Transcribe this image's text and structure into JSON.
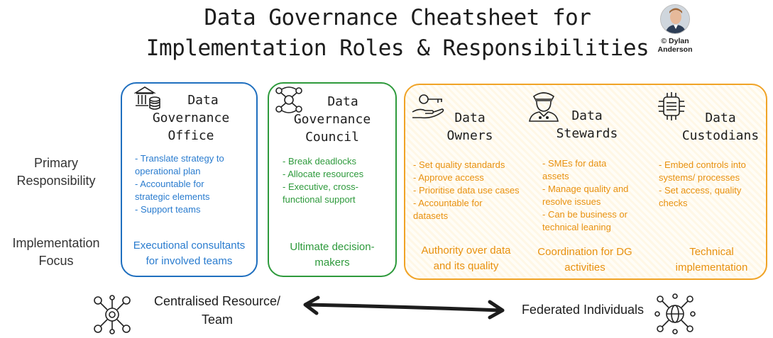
{
  "title": {
    "line1": "Data Governance Cheatsheet for",
    "line2": "Implementation Roles & Responsibilities"
  },
  "author": {
    "line1": "© Dylan",
    "line2": "Anderson"
  },
  "row_labels": {
    "primary": {
      "line1": "Primary",
      "line2": "Responsibility"
    },
    "focus": {
      "line1": "Implementation",
      "line2": "Focus"
    }
  },
  "roles": [
    {
      "icon": "government-building-database-icon",
      "title": [
        "Data",
        "Governance",
        "Office"
      ],
      "responsibilities": [
        "- Translate strategy to",
        "operational plan",
        "- Accountable for",
        "strategic elements",
        "- Support teams"
      ],
      "focus": [
        "Executional consultants",
        "for involved teams"
      ]
    },
    {
      "icon": "linked-network-icon",
      "title": [
        "Data",
        "Governance",
        "Council"
      ],
      "responsibilities": [
        "- Break deadlocks",
        "- Allocate resources",
        "- Executive, cross-",
        "functional support"
      ],
      "focus": [
        "Ultimate decision-",
        "makers"
      ]
    },
    {
      "icon": "hand-key-icon",
      "title": [
        "Data",
        "Owners"
      ],
      "responsibilities": [
        "- Set quality standards",
        "- Approve access",
        "- Prioritise data use cases",
        "- Accountable for",
        "datasets"
      ],
      "focus": [
        "Authority over data",
        "and its quality"
      ]
    },
    {
      "icon": "steward-person-icon",
      "title": [
        "Data",
        "Stewards"
      ],
      "responsibilities": [
        "- SMEs for data",
        "assets",
        "- Manage quality and",
        "resolve issues",
        "- Can be business or",
        "technical leaning"
      ],
      "focus": [
        "Coordination for DG",
        "activities"
      ]
    },
    {
      "icon": "circuit-database-icon",
      "title": [
        "Data",
        "Custodians"
      ],
      "responsibilities": [
        "- Embed controls into",
        "systems/ processes",
        "- Set access, quality",
        "checks"
      ],
      "focus": [
        "Technical",
        "implementation"
      ]
    }
  ],
  "spectrum": {
    "left": {
      "icon": "centralised-network-icon",
      "line1": "Centralised Resource/",
      "line2": "Team"
    },
    "right": {
      "icon": "federated-globe-icon",
      "label": "Federated Individuals"
    }
  },
  "colors": {
    "office": "#1f6fbf",
    "council": "#2e9a3c",
    "individuals": "#f0a326",
    "arrow": "#1d1d1d"
  }
}
